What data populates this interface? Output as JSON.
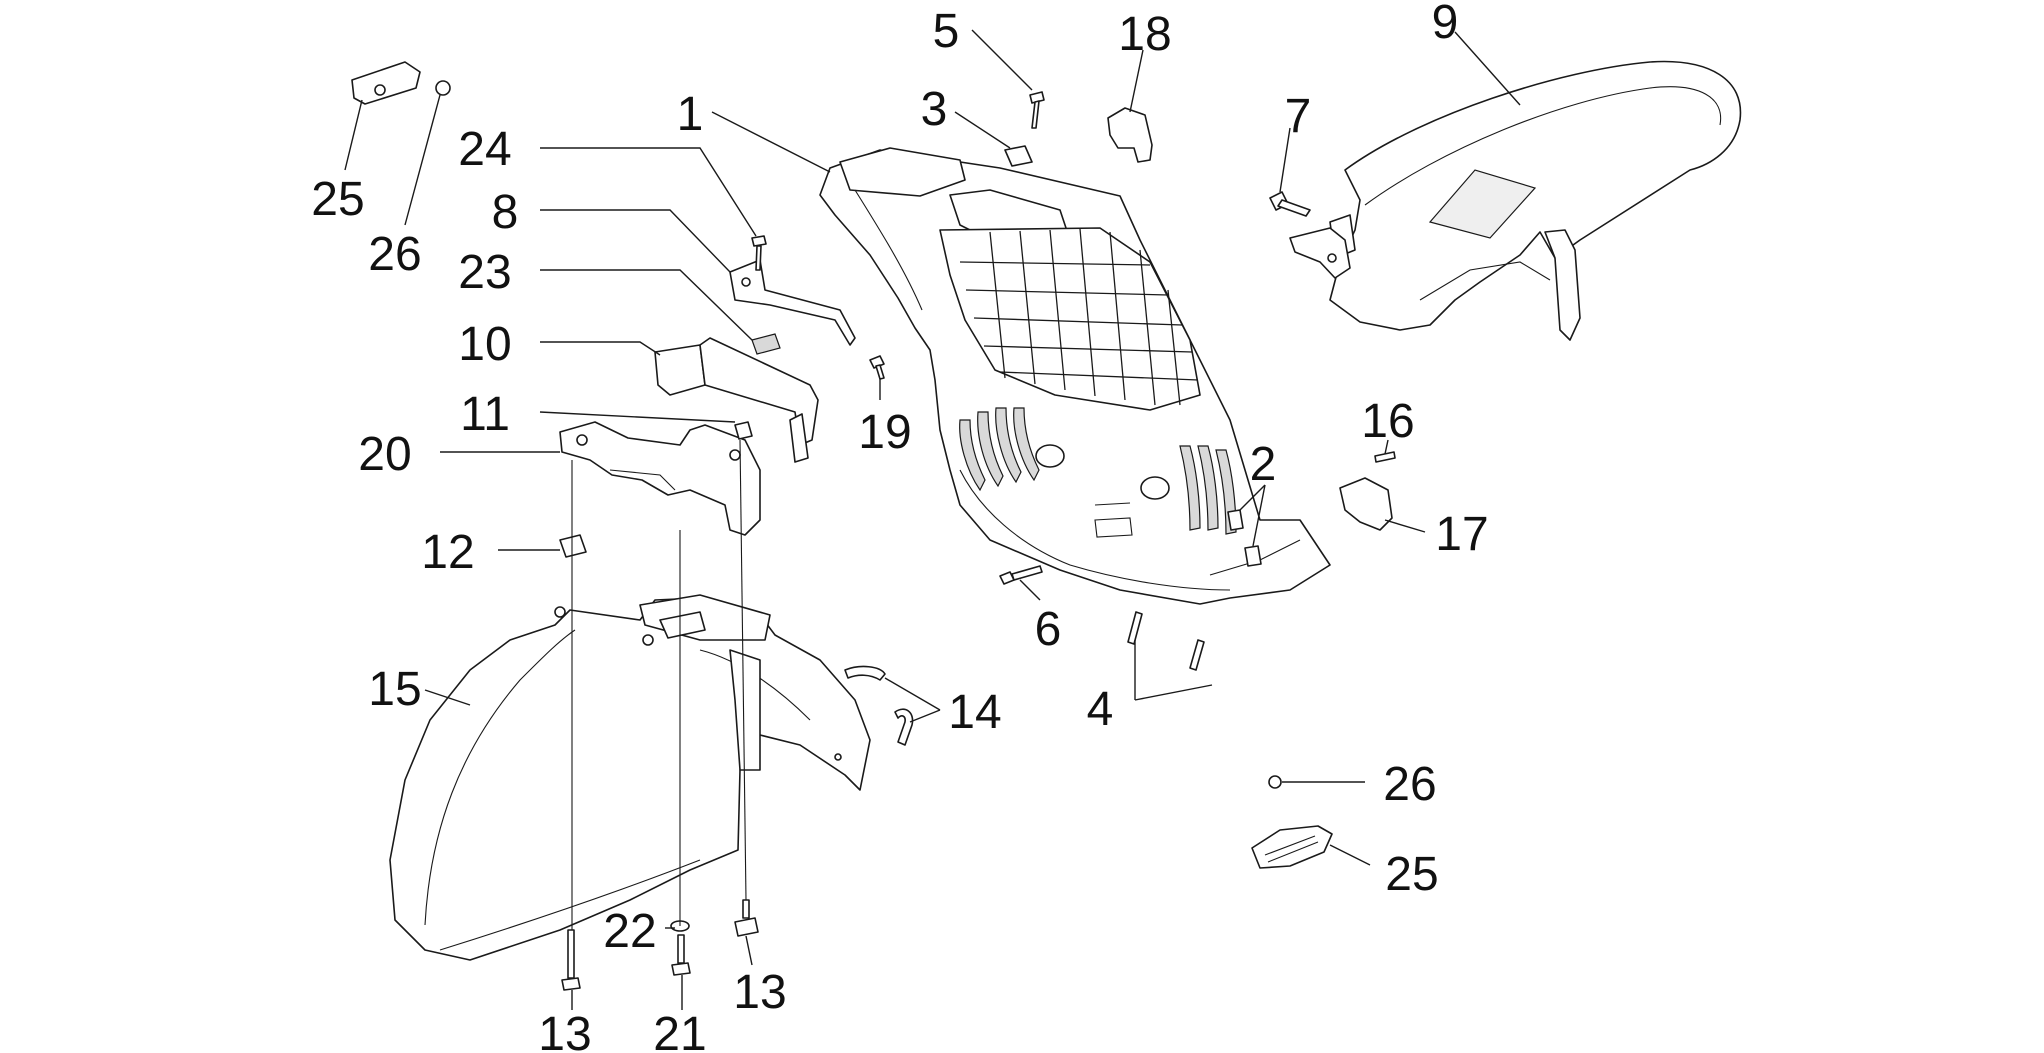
{
  "callouts": {
    "c1": "1",
    "c2": "2",
    "c3": "3",
    "c4": "4",
    "c5": "5",
    "c6": "6",
    "c7": "7",
    "c8": "8",
    "c9": "9",
    "c10": "10",
    "c11": "11",
    "c12": "12",
    "c13a": "13",
    "c13b": "13",
    "c14": "14",
    "c15": "15",
    "c16": "16",
    "c17": "17",
    "c18": "18",
    "c19": "19",
    "c20": "20",
    "c21": "21",
    "c22": "22",
    "c23": "23",
    "c24": "24",
    "c25a": "25",
    "c25b": "25",
    "c26a": "26",
    "c26b": "26"
  }
}
